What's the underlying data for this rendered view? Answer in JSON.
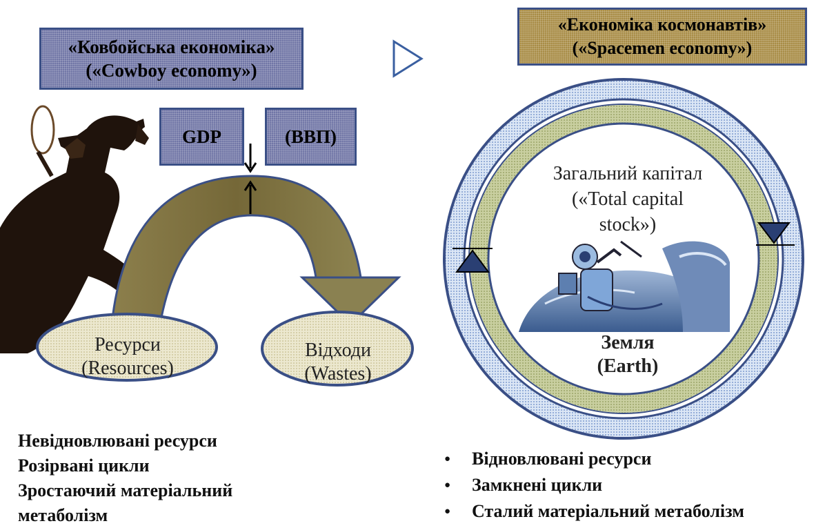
{
  "cowboy": {
    "title_line1": "«Ковбойська економіка»",
    "title_line2": "(«Cowboy economy»)",
    "gdp_label": "GDP",
    "vvp_label": "(ВВП)",
    "resources_line1": "Ресурси",
    "resources_line2": "(Resources)",
    "wastes_line1": "Відходи",
    "wastes_line2": "(Wastes)",
    "features": [
      "Невідновлювані ресурси",
      "Розірвані цикли",
      "Зростаючий матеріальний",
      "метаболізм"
    ]
  },
  "spacemen": {
    "title_line1": "«Економіка космонавтів»",
    "title_line2": "(«Spacemen economy»)",
    "capital_line1": "Загальний капітал",
    "capital_line2": "(«Total capital",
    "capital_line3": "stock»)",
    "earth_line1": "Земля",
    "earth_line2": "(Earth)",
    "features": [
      "Відновлювані ресурси",
      "Замкнені цикли",
      "Сталий матеріальний метаболізм"
    ]
  },
  "colors": {
    "box_blue": "#7176a6",
    "box_brown": "#a88c46",
    "border": "#3a4f86",
    "arrow_fill": "#7d6f3e",
    "ring_green": "#b7c08a",
    "ring_blue": "#a9bfe0"
  },
  "icons": {
    "transition": "triangle-right-icon",
    "cowboy": "cowboy-silhouette",
    "astronaut": "astronaut-illustration"
  }
}
